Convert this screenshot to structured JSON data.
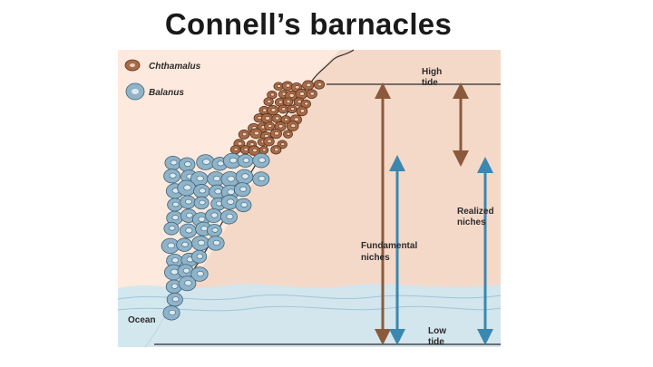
{
  "title": "Connell’s barnacles",
  "legend": [
    {
      "species": "Chthamalus",
      "color": "#a86a47"
    },
    {
      "species": "Balanus",
      "color": "#8fb3c8"
    }
  ],
  "labels": {
    "high_tide": [
      "High",
      "tide"
    ],
    "low_tide": [
      "Low",
      "tide"
    ],
    "fundamental": [
      "Fundamental",
      "niches"
    ],
    "realized": [
      "Realized",
      "niches"
    ],
    "ocean": "Ocean"
  },
  "colors": {
    "background": "#f7e3d6",
    "rock": "#f4d9c9",
    "water": "#cfe6f0",
    "chthamalus": "#a86a47",
    "balanus": "#8fb3c8",
    "brown_arrow": "#8b5a3c",
    "blue_arrow": "#3a88b0"
  }
}
